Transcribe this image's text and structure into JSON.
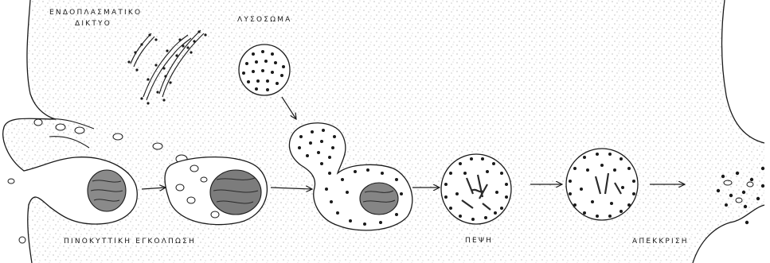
{
  "labels": {
    "er_line1": "ΕΝΔΟΠΛΑΣΜΑΤΙΚΟ",
    "er_line2": "ΔΙΚΤΥΟ",
    "lysosome": "ΛΥΣΟΣΩΜΑ",
    "pinocytosis": "ΠΙΝΟΚΥΤΤΙΚΗ ΕΓΚΟΛΠΩΣΗ",
    "digestion": "ΠΕΨΗ",
    "secretion": "ΑΠΕΚΚΡΙΣΗ"
  },
  "colors": {
    "ink": "#1a1a1a",
    "paper": "#ffffff",
    "stipple": "#6e6e6e"
  }
}
